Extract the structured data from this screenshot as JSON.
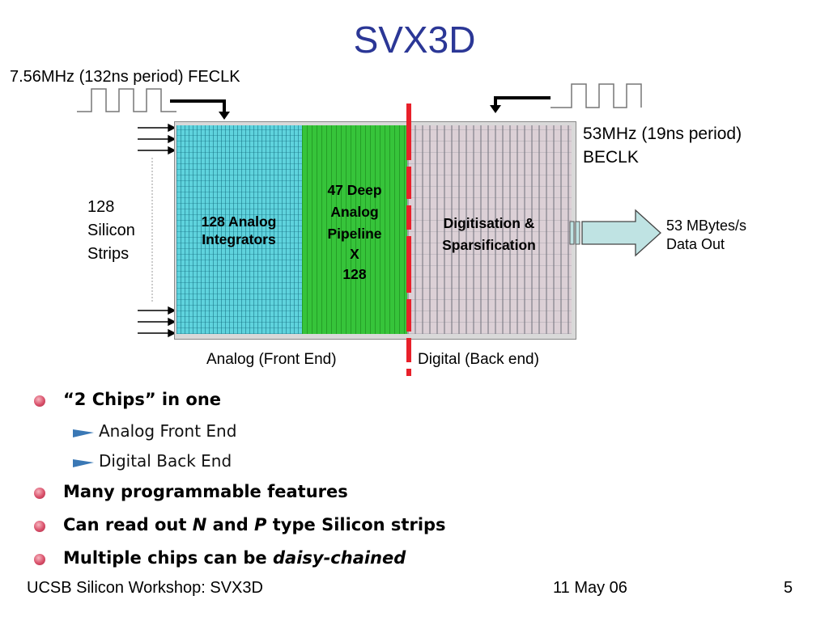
{
  "title": "SVX3D",
  "clocks": {
    "fe_label": "7.56MHz (132ns period) FECLK",
    "be_label_line1": "53MHz (19ns period)",
    "be_label_line2": "BECLK"
  },
  "inputs": {
    "line1": "128",
    "line2": "Silicon",
    "line3": "Strips"
  },
  "blocks": {
    "analog_line1": "128 Analog",
    "analog_line2": "Integrators",
    "pipeline_line1": "47 Deep",
    "pipeline_line2": "Analog",
    "pipeline_line3": "Pipeline",
    "pipeline_line4": "X",
    "pipeline_line5": "128",
    "digital_line1": "Digitisation &",
    "digital_line2": "Sparsification"
  },
  "output": {
    "line1": "53 MBytes/s",
    "line2": "Data Out"
  },
  "regions": {
    "front": "Analog (Front End)",
    "back": "Digital (Back end)"
  },
  "bullets": {
    "b1": "“2 Chips” in one",
    "b1_sub1": "Analog Front End",
    "b1_sub2": "Digital Back End",
    "b2": "Many programmable features",
    "b3_part1": "Can read out ",
    "b3_n": "N",
    "b3_part2": " and ",
    "b3_p": "P",
    "b3_part3": " type Silicon strips",
    "b4_part1": "Multiple chips can be ",
    "b4_em": "daisy-chained"
  },
  "footer": {
    "left": "UCSB Silicon Workshop: SVX3D",
    "date": "11 May 06",
    "page": "5"
  },
  "colors": {
    "title": "#2b3796",
    "divider": "#e8202a",
    "analog": "#5fd3dd",
    "pipeline": "#36c43a",
    "digital": "#dcd0d6",
    "arrow": "#bfe3e3"
  }
}
